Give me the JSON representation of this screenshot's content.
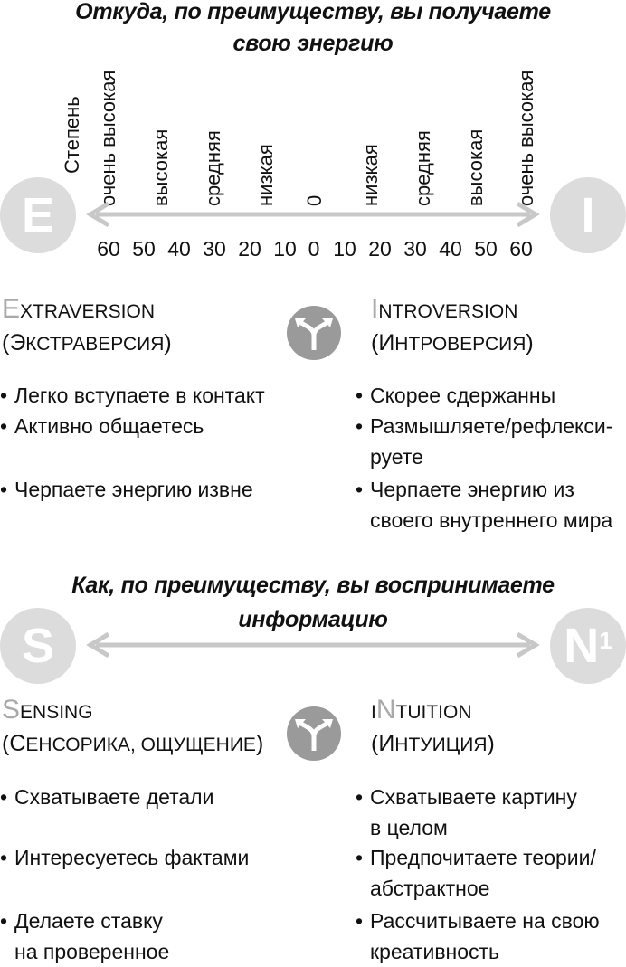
{
  "section1": {
    "title_line1": "Откуда, по преимуществу, вы получаете",
    "title_line2": "свою энергию",
    "left_letter": "E",
    "right_letter": "I",
    "degree_label": "Степень",
    "scale_labels": [
      "очень высокая",
      "высокая",
      "средняя",
      "низкая",
      "0",
      "низкая",
      "средняя",
      "высокая",
      "очень высокая"
    ],
    "scale_numbers": [
      "60",
      "50",
      "40",
      "30",
      "20",
      "10",
      "0",
      "10",
      "20",
      "30",
      "40",
      "50",
      "60"
    ],
    "left": {
      "initial": "E",
      "rest": "XTRAVERSION",
      "sub_open": "(Э",
      "sub_rest": "КСТРАВЕРСИЯ",
      "sub_close": ")",
      "items": [
        "Легко вступаете в контакт",
        "Активно общаетесь",
        "Черпаете энергию извне"
      ]
    },
    "right": {
      "initial": "I",
      "rest": "NTROVERSION",
      "sub_open": "(И",
      "sub_rest": "НТРОВЕРСИЯ",
      "sub_close": ")",
      "items_lines": [
        [
          "Скорее сдержанны"
        ],
        [
          "Размышляете/рефлекси-",
          "руете"
        ],
        [
          "Черпаете энергию из",
          "своего внутреннего мира"
        ]
      ]
    }
  },
  "section2": {
    "title_line1": "Как, по преимуществу, вы воспринимаете",
    "title_line2": "информацию",
    "left_letter": "S",
    "right_letter": "N",
    "right_sup": "1",
    "left": {
      "initial": "S",
      "rest": "ENSING",
      "sub_open": "(С",
      "sub_rest": "ЕНСОРИКА, ОЩУЩЕНИЕ",
      "sub_close": ")",
      "items_lines": [
        [
          "Схватываете детали"
        ],
        [
          "Интересуетесь фактами"
        ],
        [
          "Делаете ставку",
          "на проверенное"
        ]
      ]
    },
    "right": {
      "prefix": "I",
      "initial": "N",
      "rest": "TUITION",
      "sub_open": "(И",
      "sub_rest": "НТУИЦИЯ",
      "sub_close": ")",
      "items_lines": [
        [
          "Схватываете картину",
          "в целом"
        ],
        [
          "Предпочитаете теории/",
          "абстрактное"
        ],
        [
          "Рассчитываете на свою",
          "креативность"
        ]
      ]
    }
  },
  "bullet": "•",
  "colors": {
    "circle": "#dcdcdc",
    "arrow": "#c8c8c8",
    "accent_letter": "#a9a9a9",
    "fork": "#9a9a9a"
  },
  "icons": {
    "fork": "fork-arrows-icon"
  }
}
